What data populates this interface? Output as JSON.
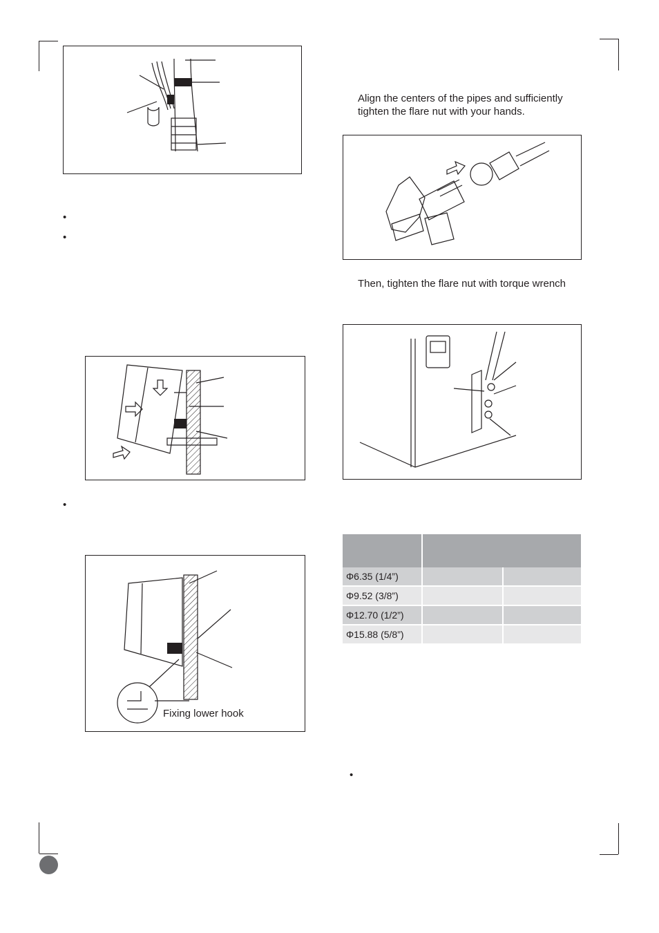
{
  "right_column": {
    "align_text_line1": "Align the centers of the pipes and sufficiently",
    "align_text_line2": "tighten the flare nut with your hands.",
    "torque_text": "Then, tighten the flare nut with torque wrench"
  },
  "figures": {
    "fixing_lower_hook_caption": "Fixing lower hook"
  },
  "torque_table": {
    "rows": [
      {
        "size": "Φ6.35 (1/4”)"
      },
      {
        "size": "Φ9.52 (3/8”)"
      },
      {
        "size": "Φ12.70 (1/2”)"
      },
      {
        "size": "Φ15.88 (5/8”)"
      }
    ]
  },
  "bullets": {
    "symbol": "•"
  }
}
